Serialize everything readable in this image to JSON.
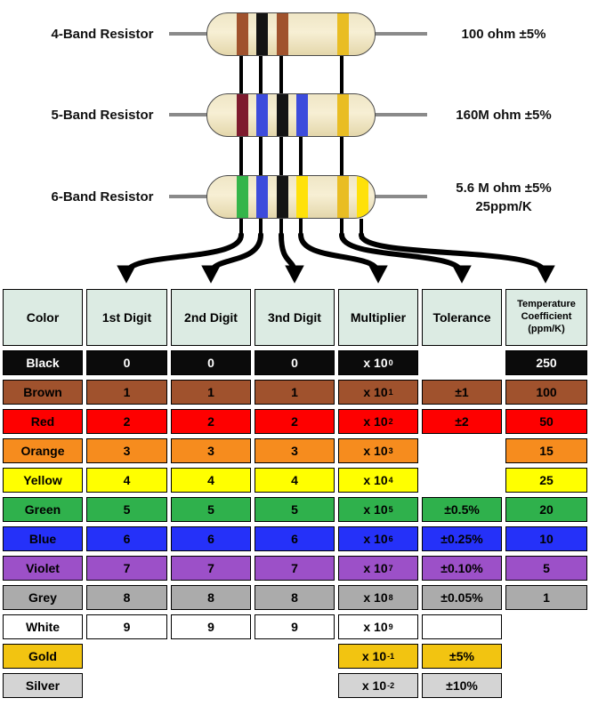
{
  "resistors": [
    {
      "label": "4-Band Resistor",
      "value": "100 ohm ±5%",
      "value2": "",
      "bands": [
        "brown",
        "black",
        "brown",
        "gold"
      ]
    },
    {
      "label": "5-Band Resistor",
      "value": "160M ohm ±5%",
      "value2": "",
      "bands": [
        "brown",
        "blue",
        "black",
        "blue",
        "gold"
      ]
    },
    {
      "label": "6-Band Resistor",
      "value": "5.6 M ohm ±5%",
      "value2": "25ppm/K",
      "bands": [
        "green",
        "blue",
        "black",
        "yellow",
        "gold",
        "yellow"
      ]
    }
  ],
  "table": {
    "headers": [
      "Color",
      "1st Digit",
      "2nd Digit",
      "3nd Digit",
      "Multiplier",
      "Tolerance",
      "Temperature Coefficient (ppm/K)"
    ],
    "rows": [
      {
        "color": "Black",
        "d1": "0",
        "d2": "0",
        "d3": "0",
        "mult_base": "x 10",
        "mult_exp": "0",
        "tolerance": "",
        "temp": "250"
      },
      {
        "color": "Brown",
        "d1": "1",
        "d2": "1",
        "d3": "1",
        "mult_base": "x 10",
        "mult_exp": "1",
        "tolerance": "±1",
        "temp": "100"
      },
      {
        "color": "Red",
        "d1": "2",
        "d2": "2",
        "d3": "2",
        "mult_base": "x 10",
        "mult_exp": "2",
        "tolerance": "±2",
        "temp": "50"
      },
      {
        "color": "Orange",
        "d1": "3",
        "d2": "3",
        "d3": "3",
        "mult_base": "x 10",
        "mult_exp": "3",
        "tolerance": "",
        "temp": "15"
      },
      {
        "color": "Yellow",
        "d1": "4",
        "d2": "4",
        "d3": "4",
        "mult_base": "x 10",
        "mult_exp": "4",
        "tolerance": "",
        "temp": "25"
      },
      {
        "color": "Green",
        "d1": "5",
        "d2": "5",
        "d3": "5",
        "mult_base": "x 10",
        "mult_exp": "5",
        "tolerance": "±0.5%",
        "temp": "20"
      },
      {
        "color": "Blue",
        "d1": "6",
        "d2": "6",
        "d3": "6",
        "mult_base": "x 10",
        "mult_exp": "6",
        "tolerance": "±0.25%",
        "temp": "10"
      },
      {
        "color": "Violet",
        "d1": "7",
        "d2": "7",
        "d3": "7",
        "mult_base": "x 10",
        "mult_exp": "7",
        "tolerance": "±0.10%",
        "temp": "5"
      },
      {
        "color": "Grey",
        "d1": "8",
        "d2": "8",
        "d3": "8",
        "mult_base": "x 10",
        "mult_exp": "8",
        "tolerance": "±0.05%",
        "temp": "1"
      },
      {
        "color": "White",
        "d1": "9",
        "d2": "9",
        "d3": "9",
        "mult_base": "x 10",
        "mult_exp": "9",
        "tolerance": "",
        "temp": ""
      },
      {
        "color": "Gold",
        "d1": "",
        "d2": "",
        "d3": "",
        "mult_base": "x 10",
        "mult_exp": "-1",
        "tolerance": "±5%",
        "temp": ""
      },
      {
        "color": "Silver",
        "d1": "",
        "d2": "",
        "d3": "",
        "mult_base": "x 10",
        "mult_exp": "-2",
        "tolerance": "±10%",
        "temp": ""
      }
    ]
  },
  "colors": {
    "header_bg": "#dcebe3",
    "black": "#0b0b0b",
    "brown": "#A0522D",
    "red": "#FE0000",
    "orange": "#F68C1E",
    "yellow": "#FFFF00",
    "green": "#2FB14C",
    "blue": "#2531F9",
    "violet": "#9C50C8",
    "grey": "#ABABAB",
    "white": "#FFFFFF",
    "gold": "#F2C411",
    "silver": "#D4D4D4",
    "band_gold": "#E9BD23",
    "band_blue": "#3C4BDC",
    "resistor_body": "#F0E6C4"
  }
}
